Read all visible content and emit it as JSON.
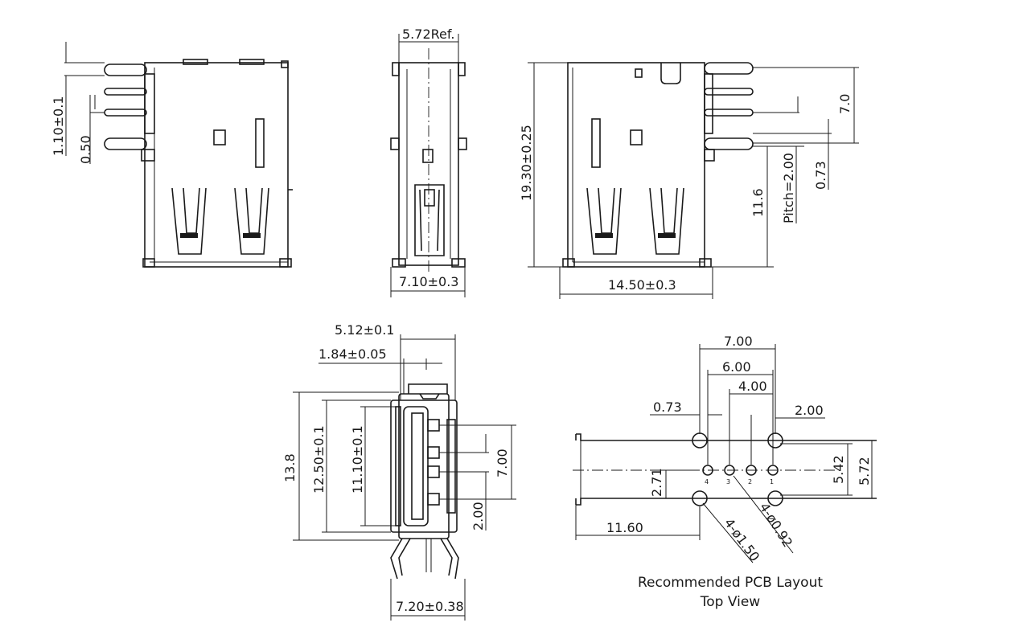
{
  "dims": {
    "d_1_10": "1.10±0.1",
    "d_0_50": "0.50",
    "d_5_72ref": "5.72Ref.",
    "d_7_10": "7.10±0.3",
    "d_19_30": "19.30±0.25",
    "d_14_50": "14.50±0.3",
    "d_7_0": "7.0",
    "d_11_6": "11.6",
    "d_pitch": "Pitch=2.00",
    "d_0_73": "0.73",
    "d_5_12": "5.12±0.1",
    "d_1_84": "1.84±0.05",
    "d_13_8": "13.8",
    "d_12_50": "12.50±0.1",
    "d_11_10": "11.10±0.1",
    "d_7_00": "7.00",
    "d_2_00": "2.00",
    "d_7_20": "7.20±0.38",
    "p_7_00": "7.00",
    "p_6_00": "6.00",
    "p_4_00": "4.00",
    "p_0_73": "0.73",
    "p_2_00": "2.00",
    "p_5_42": "5.42",
    "p_5_72": "5.72",
    "p_2_71": "2.71",
    "p_11_60": "11.60",
    "p_hole_large": "4-ø1.50",
    "p_hole_small": "4-ø0.92"
  },
  "pins": [
    "4",
    "3",
    "2",
    "1"
  ],
  "caption": {
    "line1": "Recommended PCB Layout",
    "line2": "Top View"
  }
}
